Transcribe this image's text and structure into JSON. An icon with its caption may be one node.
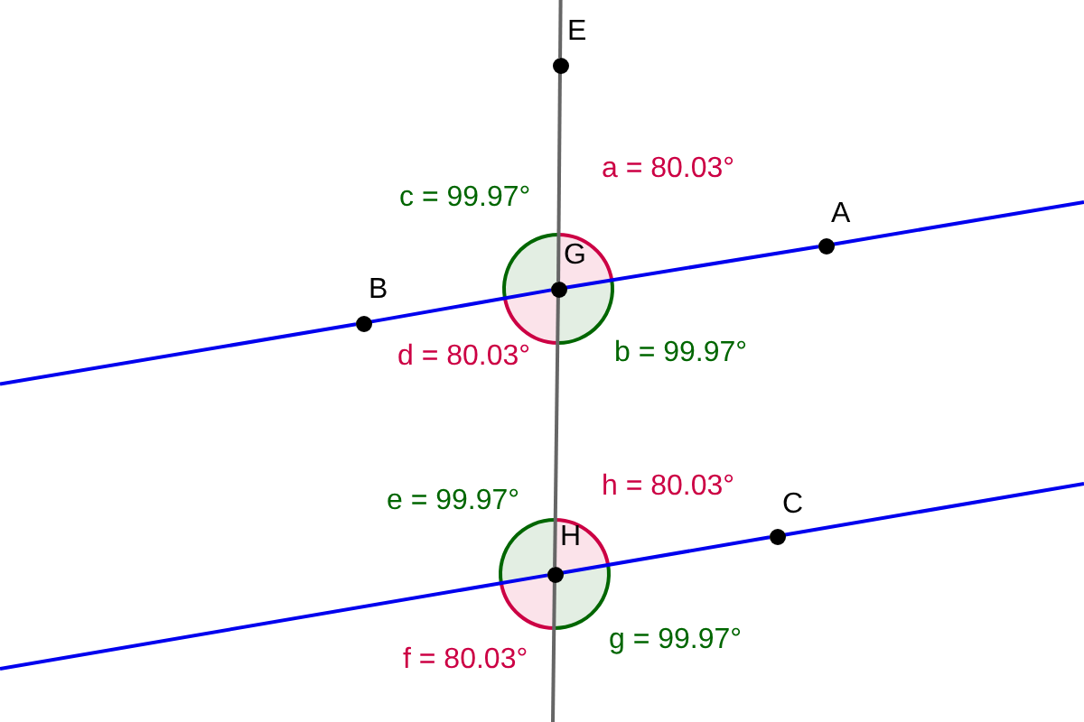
{
  "diagram": {
    "nodes": [
      {
        "text": [],
        "shape": "circle",
        "beside": [
          "E"
        ]
      },
      {
        "text": [],
        "shape": "circle",
        "beside": [
          "A"
        ]
      },
      {
        "text": [],
        "shape": "circle",
        "beside": [
          "G"
        ]
      },
      {
        "text": [],
        "shape": "circle",
        "beside": [
          "B"
        ]
      },
      {
        "text": [],
        "shape": "circle",
        "beside": [
          "C"
        ]
      },
      {
        "text": [],
        "shape": "circle",
        "beside": [
          "H"
        ]
      }
    ],
    "edges": [
      {
        "from": null,
        "to": 0,
        "arrow": "none",
        "color": "#666666"
      },
      {
        "from": 0,
        "to": 2,
        "arrow": "none",
        "color": "#666666"
      },
      {
        "from": 2,
        "to": 5,
        "arrow": "none",
        "color": "#666666"
      },
      {
        "from": 5,
        "to": null,
        "arrow": "none",
        "color": "#666666"
      },
      {
        "from": null,
        "to": 3,
        "arrow": "none"
      },
      {
        "from": 3,
        "to": 2,
        "arrow": "none"
      },
      {
        "from": 2,
        "to": 1,
        "arrow": "none"
      },
      {
        "from": 1,
        "to": null,
        "arrow": "none"
      },
      {
        "from": null,
        "to": 5,
        "arrow": "none"
      },
      {
        "from": 5,
        "to": 4,
        "arrow": "none"
      },
      {
        "from": 4,
        "to": null,
        "arrow": "none"
      }
    ],
    "labels": [
      "a = 80.03°",
      "c = 99.97°",
      "d = 80.03°",
      "b = 99.97°",
      "e = 99.97°",
      "h = 80.03°",
      "f = 80.03°",
      "g = 99.97°"
    ]
  }
}
